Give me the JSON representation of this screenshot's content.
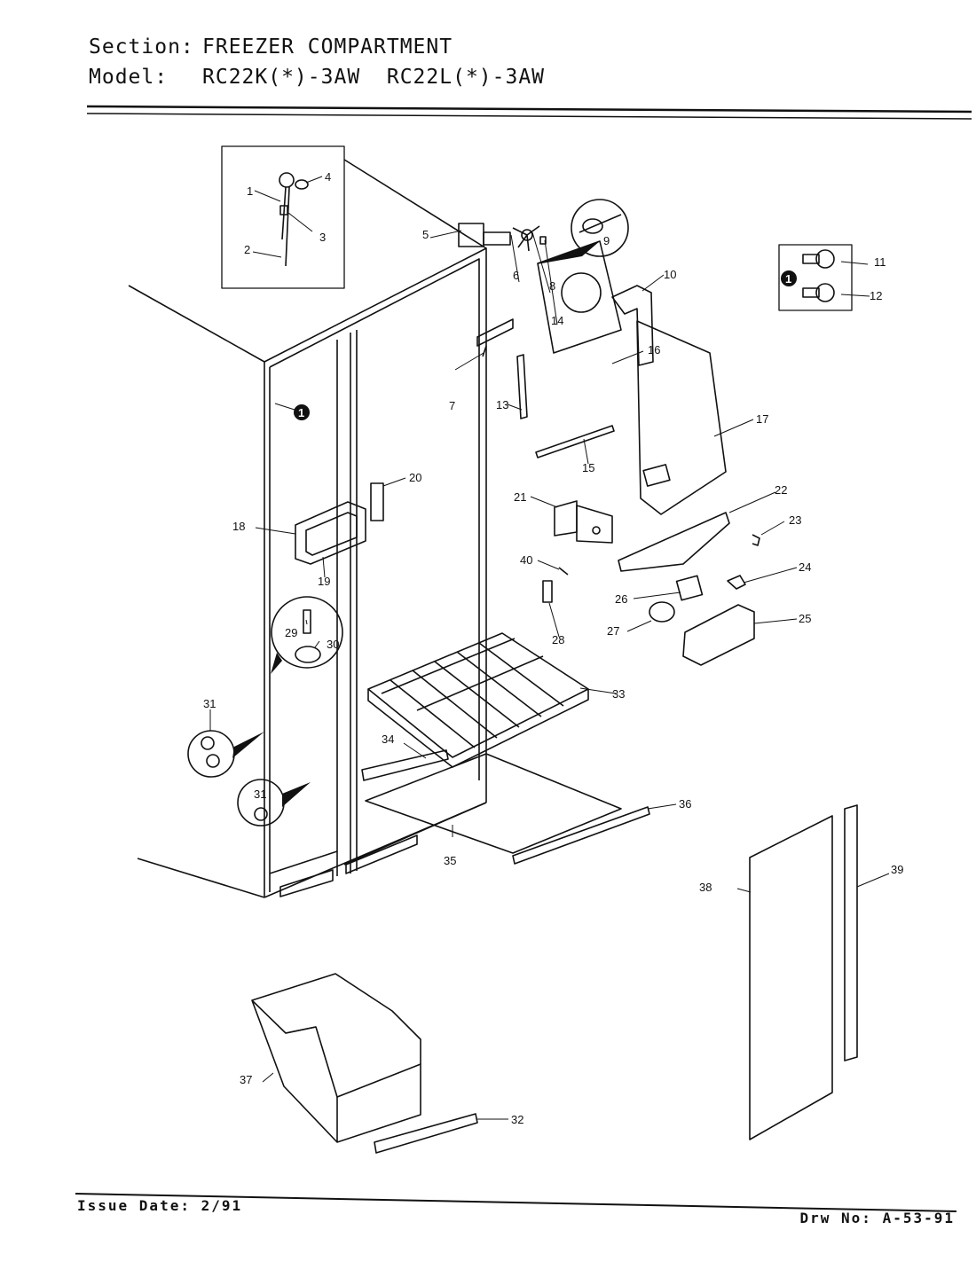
{
  "header": {
    "section_label": "Section:",
    "section_value": "FREEZER COMPARTMENT",
    "model_label": "Model:",
    "model_value": "RC22K(*)-3AW  RC22L(*)-3AW"
  },
  "footer": {
    "issue_date": "Issue Date: 2/91",
    "drawing_number": "Drw No: A-53-91"
  },
  "callouts": [
    "1",
    "2",
    "3",
    "4",
    "5",
    "6",
    "7",
    "8",
    "9",
    "10",
    "11",
    "12",
    "13",
    "14",
    "15",
    "16",
    "17",
    "18",
    "19",
    "20",
    "21",
    "22",
    "23",
    "24",
    "25",
    "26",
    "27",
    "28",
    "29",
    "30",
    "31",
    "31",
    "32",
    "33",
    "34",
    "35",
    "36",
    "37",
    "38",
    "39",
    "40"
  ],
  "reference_marker": "1"
}
